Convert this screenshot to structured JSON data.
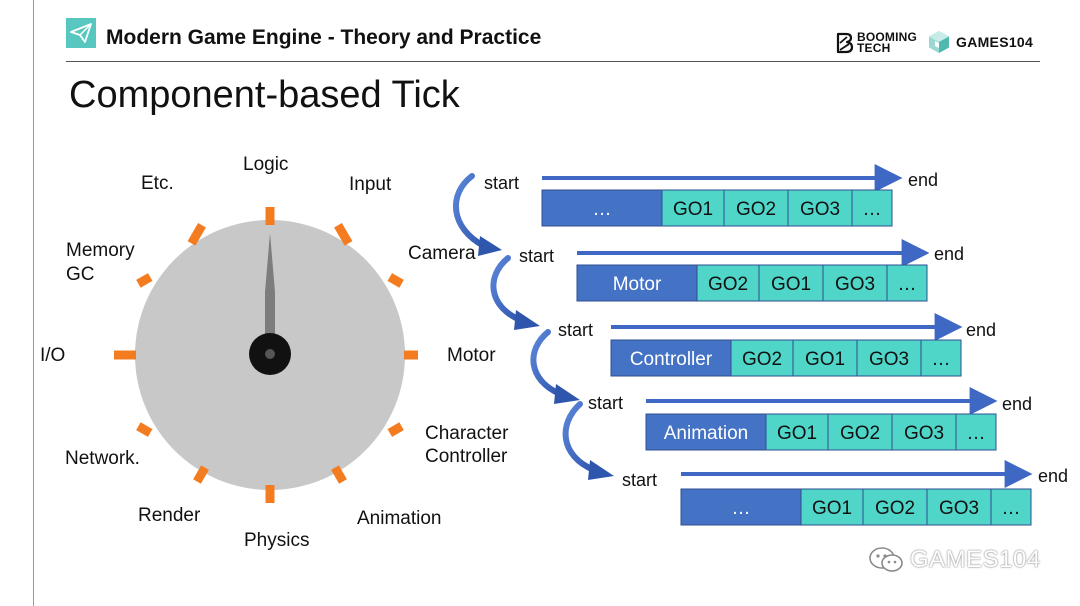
{
  "header": {
    "title": "Modern Game Engine - Theory and Practice",
    "brand_booming_line1": "BOOMING",
    "brand_booming_line2": "TECH",
    "brand_games": "GAMES104"
  },
  "slide_title": "Component-based Tick",
  "dial": {
    "labels": [
      "Logic",
      "Input",
      "Camera",
      "Motor",
      "Character",
      "Controller",
      "Animation",
      "Physics",
      "Render",
      "Network.",
      "I/O",
      "Memory",
      "GC",
      "Etc."
    ],
    "tick_color": "#f47c20",
    "face_color": "#c8c8c8",
    "hand_color": "#7d7d7d",
    "hub_color": "#111111"
  },
  "pipeline": {
    "start_label": "start",
    "end_label": "end",
    "rows": [
      [
        "…",
        "GO1",
        "GO2",
        "GO3",
        "…"
      ],
      [
        "Motor",
        "GO2",
        "GO1",
        "GO3",
        "…"
      ],
      [
        "Controller",
        "GO2",
        "GO1",
        "GO3",
        "…"
      ],
      [
        "Animation",
        "GO1",
        "GO2",
        "GO3",
        "…"
      ],
      [
        "…",
        "GO1",
        "GO2",
        "GO3",
        "…"
      ]
    ],
    "head_color": "#4472c4",
    "cell_color": "#4fd6c8",
    "arrow_color": "#3f68c4"
  },
  "watermark": "GAMES104"
}
